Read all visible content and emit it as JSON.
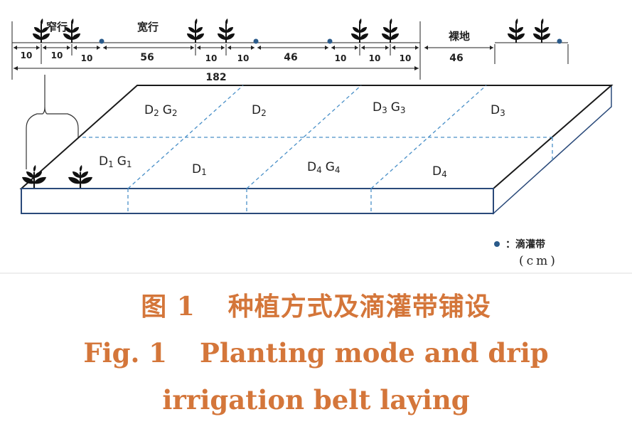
{
  "top_diagram": {
    "label_narrow_row": "窄行",
    "label_wide_row": "宽行",
    "label_bare_land": "裸地",
    "spacings": [
      "10",
      "10",
      "10",
      "56",
      "10",
      "10",
      "46",
      "10",
      "10",
      "10"
    ],
    "bare_spacing": "46",
    "total_width": "182"
  },
  "plots": [
    {
      "id": "D2G2",
      "main": "D",
      "sub1": "2",
      "second": "G",
      "sub2": "2"
    },
    {
      "id": "D2",
      "main": "D",
      "sub1": "2"
    },
    {
      "id": "D3G3",
      "main": "D",
      "sub1": "3",
      "second": "G",
      "sub2": "3"
    },
    {
      "id": "D3",
      "main": "D",
      "sub1": "3"
    },
    {
      "id": "D1G1",
      "main": "D",
      "sub1": "1",
      "second": "G",
      "sub2": "1"
    },
    {
      "id": "D1",
      "main": "D",
      "sub1": "1"
    },
    {
      "id": "D4G4",
      "main": "D",
      "sub1": "4",
      "second": "G",
      "sub2": "4"
    },
    {
      "id": "D4",
      "main": "D",
      "sub1": "4"
    }
  ],
  "legend": {
    "drip_label": "：滴灌带",
    "unit": "(cm)"
  },
  "caption": {
    "cn_number": "图 1",
    "cn_title": "种植方式及滴灌带铺设",
    "en_number": "Fig. 1",
    "en_title_line1": "Planting mode and drip",
    "en_title_line2": "irrigation belt laying"
  },
  "colors": {
    "caption": "#d4763a",
    "diagram_text": "#222222",
    "drip_dot": "#2a5a8a",
    "plot_border": "#1a1a1a",
    "front_face": "#2a4a7a",
    "dashed": "#4a90c8"
  }
}
